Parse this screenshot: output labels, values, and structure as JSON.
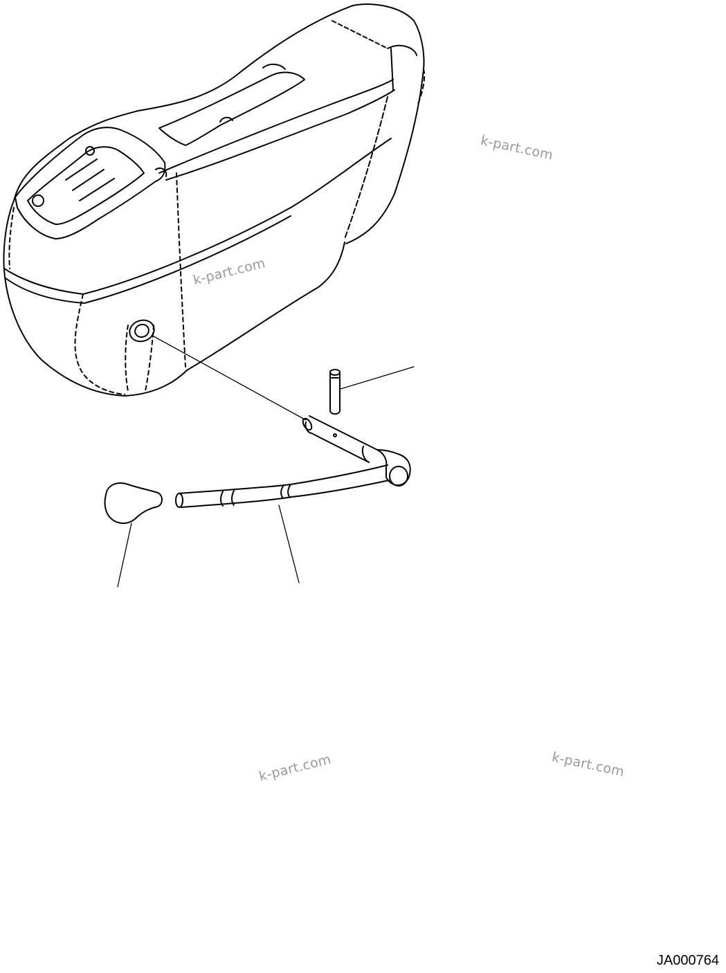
{
  "drawing": {
    "id": "JA000764",
    "line_color": "#000000",
    "background": "#ffffff"
  },
  "watermarks": [
    "k-part.com",
    "k-part.com",
    "k-part.com",
    "k-part.com"
  ]
}
